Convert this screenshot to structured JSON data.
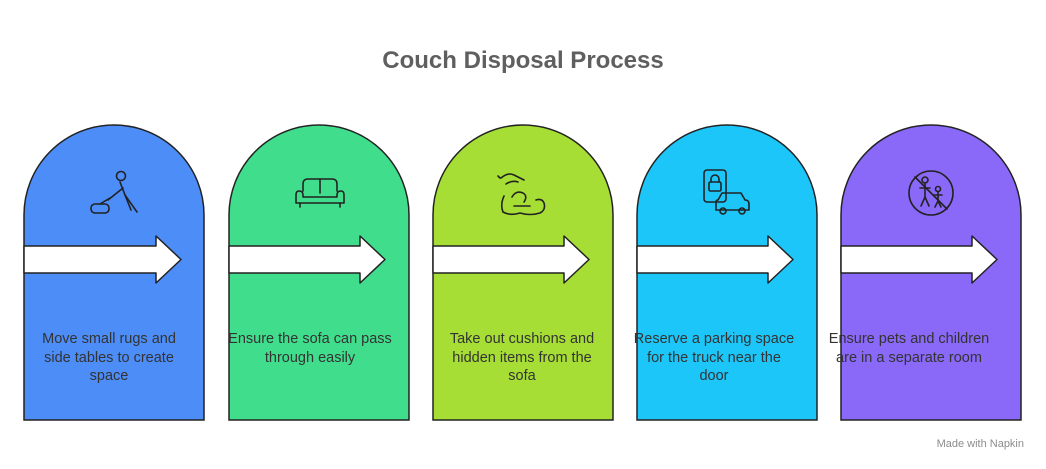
{
  "title": "Couch Disposal Process",
  "steps": [
    {
      "text": "Move small rugs and side tables to create space",
      "color": "#4d8df8",
      "icon": "person-vacuuming-icon"
    },
    {
      "text": "Ensure the sofa can pass through easily",
      "color": "#40dd8c",
      "icon": "sofa-icon"
    },
    {
      "text": "Take out cushions and hidden items from the sofa",
      "color": "#a6de35",
      "icon": "hand-removing-cushion-icon"
    },
    {
      "text": "Reserve a parking space for the truck near the door",
      "color": "#1dc6f9",
      "icon": "parking-car-icon"
    },
    {
      "text": "Ensure pets and children are in a separate room",
      "color": "#8a68f8",
      "icon": "no-children-pets-icon"
    }
  ],
  "footer": {
    "brand": "Made with Napkin"
  }
}
